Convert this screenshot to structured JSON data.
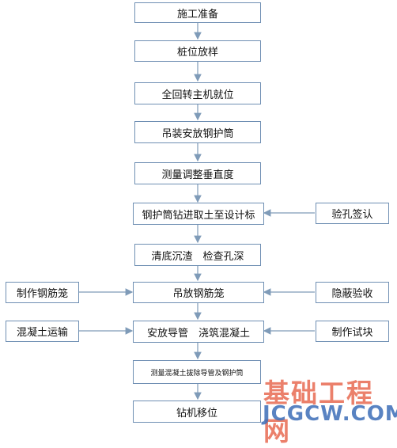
{
  "flow": {
    "steps": [
      "施工准备",
      "桩位放样",
      "全回转主机就位",
      "吊装安放钢护筒",
      "测量调整垂直度",
      "钢护筒钻进取土至设计标",
      "清底沉渣　检查孔深",
      "吊放钢筋笼",
      "安放导管　浇筑混凝土",
      "测量混凝土拔除导管及钢护筒",
      "钻机移位"
    ],
    "side_left": [
      "制作钢筋笼",
      "混凝土运输"
    ],
    "side_right": [
      "验孔签认",
      "隐蔽验收",
      "制作试块"
    ]
  },
  "watermark": {
    "cn": "基础工程网",
    "en": "JCGCW.COM"
  },
  "colors": {
    "border": "#6f8fb3",
    "arrow": "#7f9bb8",
    "watermark_cn": "#e86a52",
    "watermark_en": "#3d6eb8"
  }
}
